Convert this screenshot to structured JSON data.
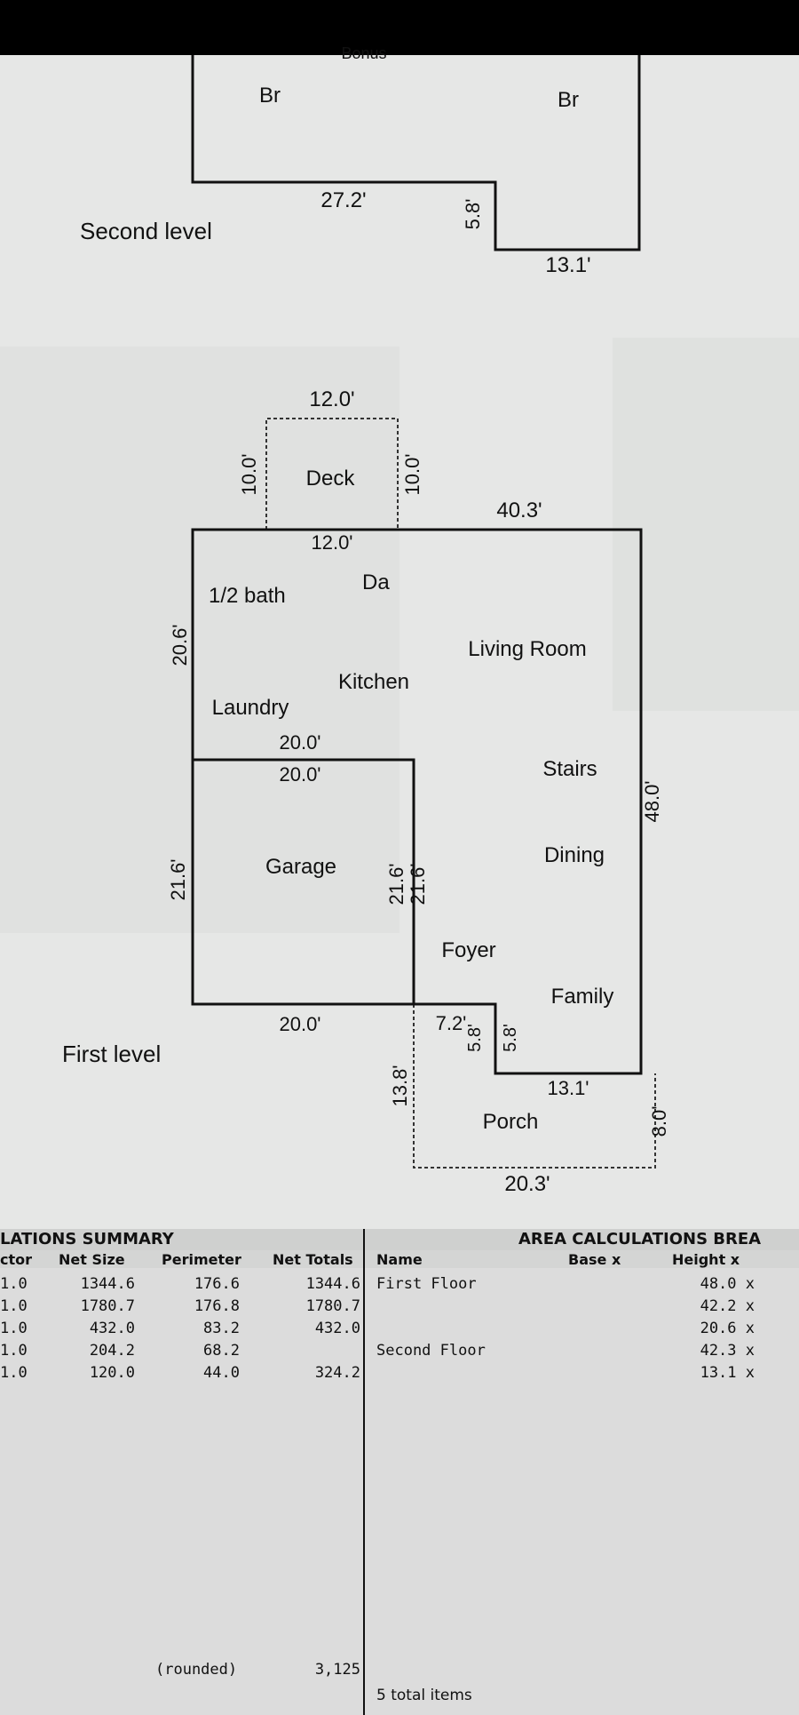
{
  "second_level": {
    "caption": "Second level",
    "rooms": [
      "Br",
      "Br"
    ],
    "partial_top_label": "Bonus",
    "dims": [
      "27.2'",
      "5.8'",
      "13.1'"
    ]
  },
  "first_level": {
    "caption": "First level",
    "rooms": [
      "Deck",
      "1/2 bath",
      "Da",
      "Living Room",
      "Kitchen",
      "Laundry",
      "Stairs",
      "Garage",
      "Dining",
      "Foyer",
      "Family",
      "Porch"
    ],
    "dims": [
      "12.0'",
      "10.0'",
      "10.0'",
      "40.3'",
      "12.0'",
      "20.6'",
      "20.0'",
      "20.0'",
      "48.0'",
      "21.6'",
      "21.6'",
      "21.6'",
      "20.0'",
      "7.2'",
      "5.8'",
      "5.8'",
      "13.8'",
      "13.1'",
      "8.0'",
      "20.3'"
    ]
  },
  "summary": {
    "title": "LATIONS SUMMARY",
    "headers": [
      "ctor",
      "Net Size",
      "Perimeter",
      "Net Totals"
    ],
    "rows": [
      [
        "1.0",
        "1344.6",
        "176.6",
        "1344.6"
      ],
      [
        "1.0",
        "1780.7",
        "176.8",
        "1780.7"
      ],
      [
        "1.0",
        "432.0",
        "83.2",
        "432.0"
      ],
      [
        "1.0",
        "204.2",
        "68.2",
        ""
      ],
      [
        "1.0",
        "120.0",
        "44.0",
        "324.2"
      ]
    ],
    "rounded_label": "(rounded)",
    "rounded_total": "3,125"
  },
  "breakdown": {
    "title": "AREA CALCULATIONS BREA",
    "headers": [
      "Name",
      "Base x",
      "Height x"
    ],
    "rows": [
      [
        "First Floor",
        "",
        "48.0 x"
      ],
      [
        "",
        "",
        "42.2 x"
      ],
      [
        "",
        "",
        "20.6 x"
      ],
      [
        "Second Floor",
        "",
        "42.3 x"
      ],
      [
        "",
        "",
        "13.1 x"
      ]
    ],
    "total_items": "5 total items"
  },
  "colors": {
    "background": "#e6e7e6",
    "ink": "#111111",
    "table_bg": "#dcdcdc",
    "topbar": "#000000"
  }
}
